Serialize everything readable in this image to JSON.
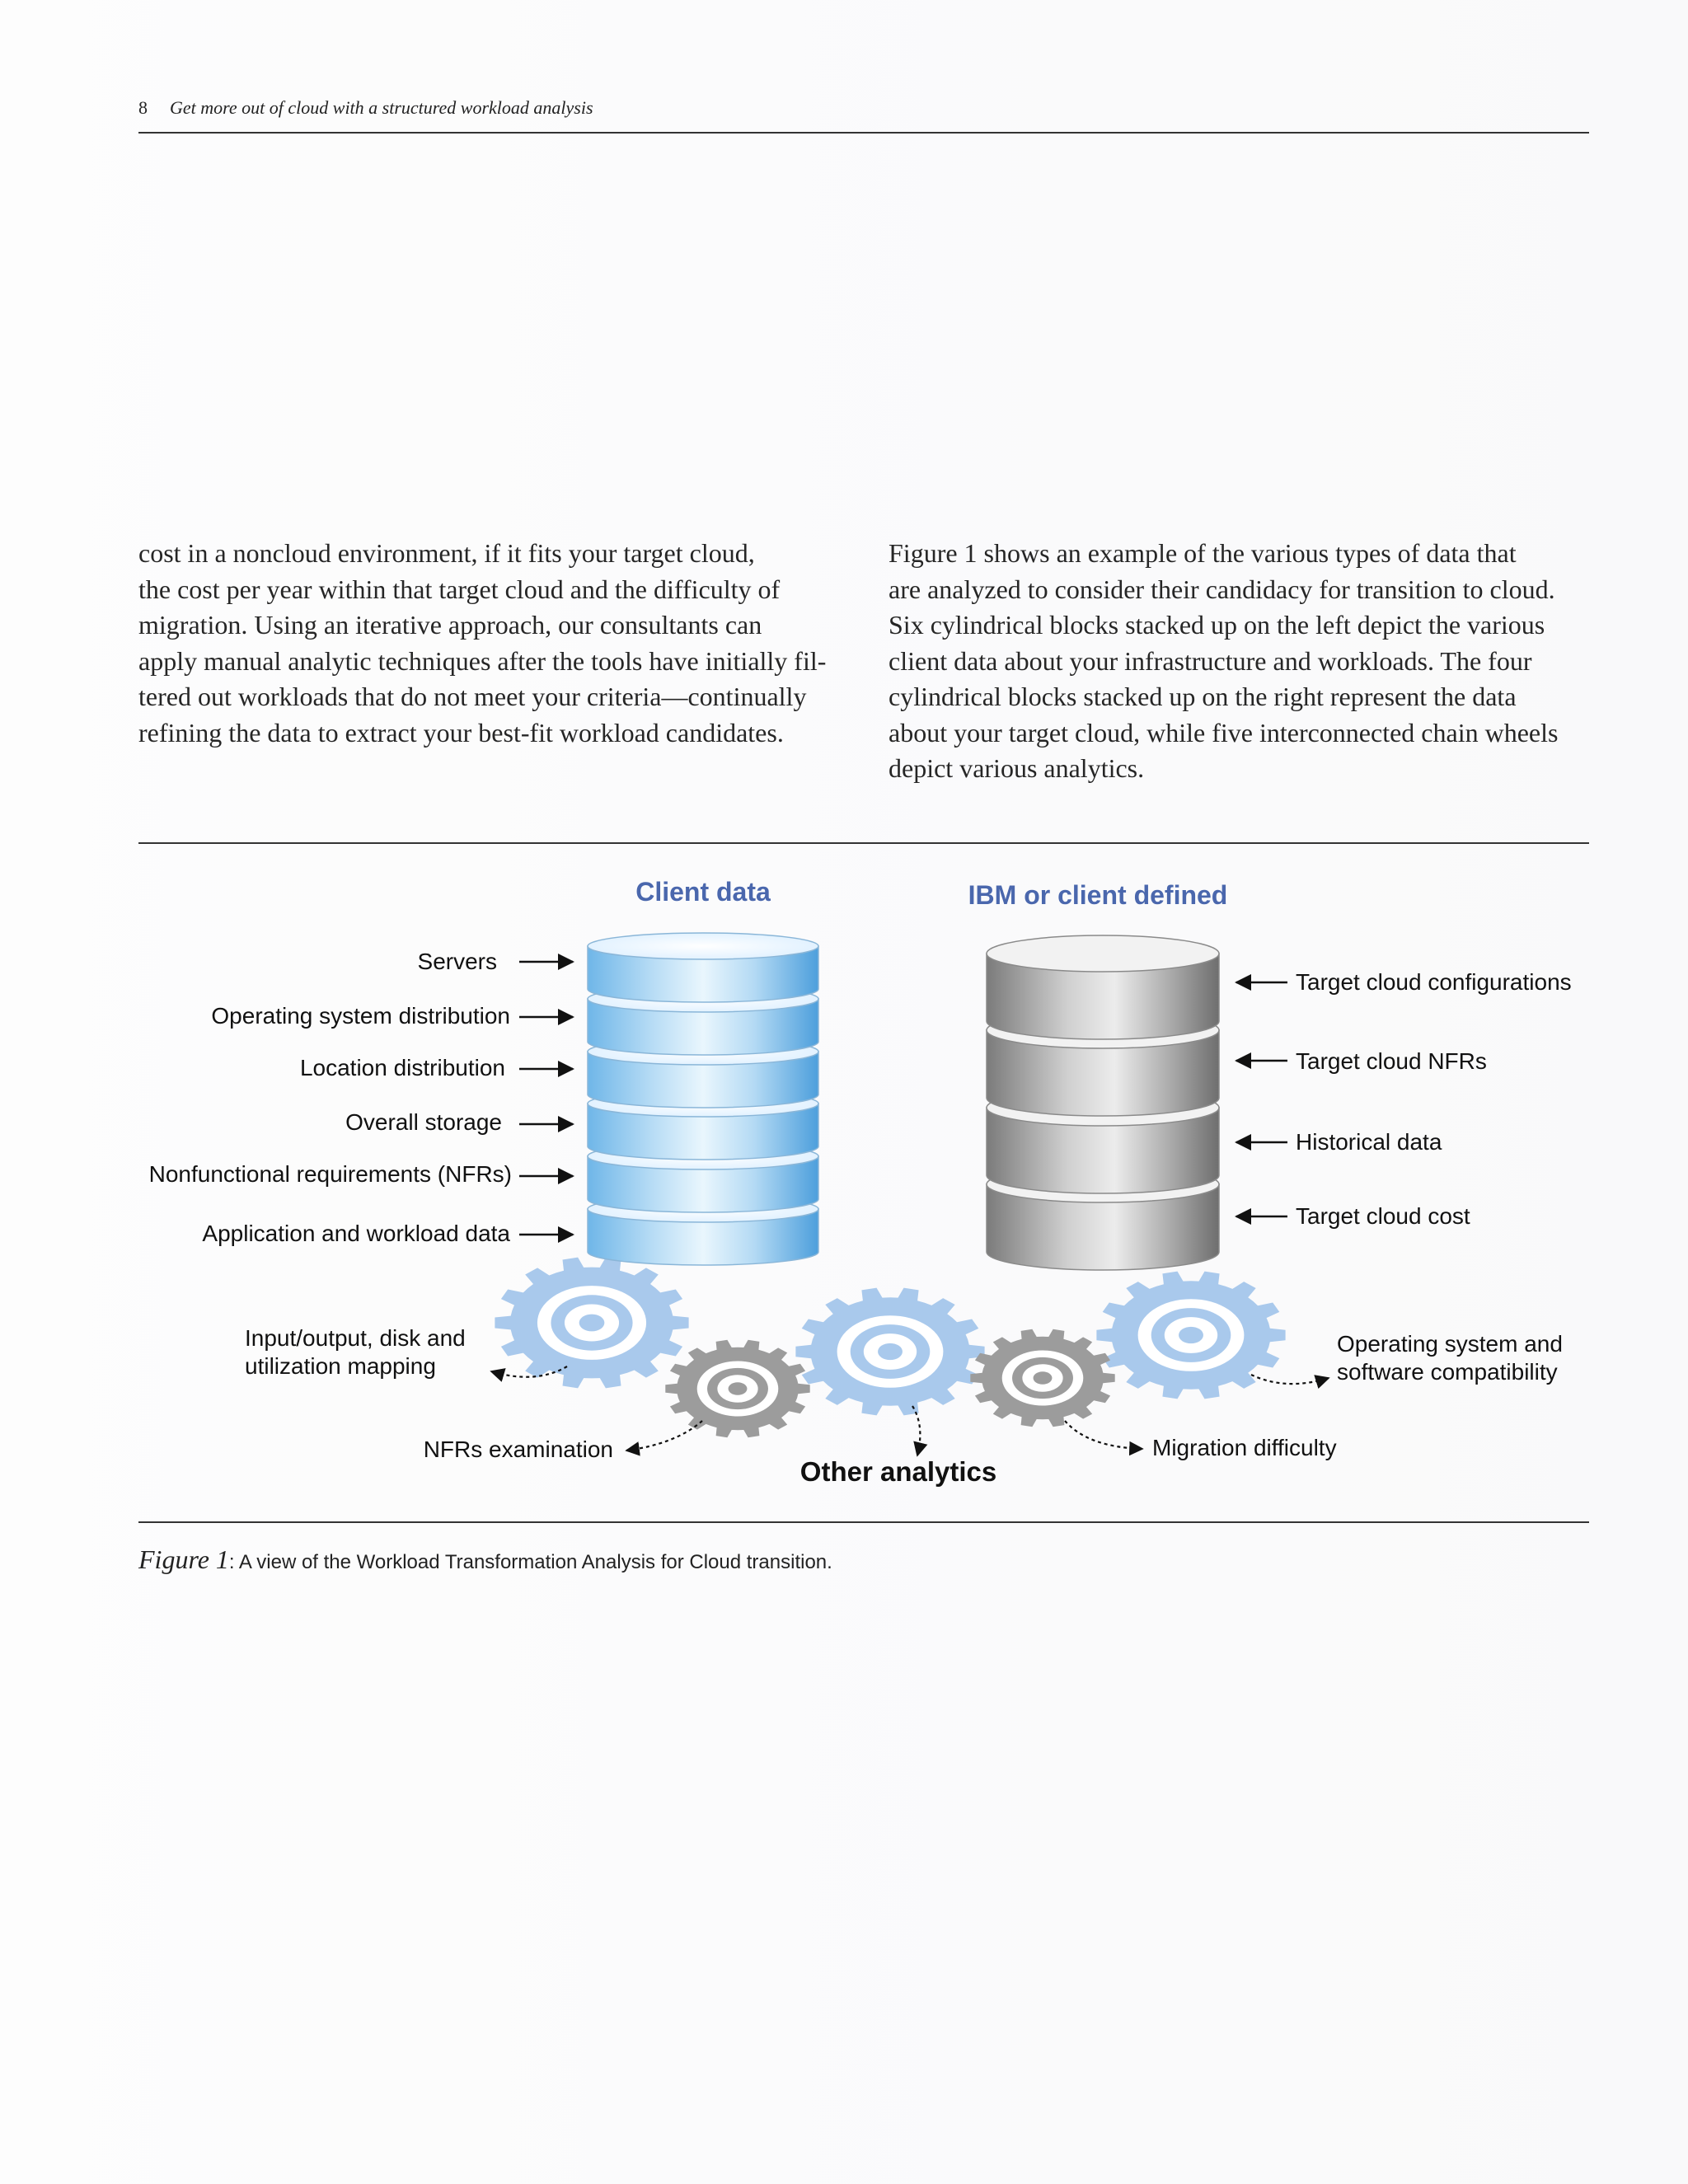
{
  "header": {
    "page_number": "8",
    "title": "Get more out of cloud with a structured workload analysis"
  },
  "left_column": [
    "cost in a noncloud environment, if it fits your target cloud,",
    "the cost per year within that target cloud and the difficulty of",
    "migration. Using an iterative approach, our consultants can",
    "apply manual analytic techniques after the tools have initially fil-",
    "tered out workloads that do not meet your criteria—continually",
    "refining the data to extract your best-fit workload candidates."
  ],
  "right_column": [
    "Figure 1 shows an example of the various types of data that",
    "are analyzed to consider their candidacy for transition to cloud.",
    "Six cylindrical blocks stacked up on the left depict the various",
    "client data about your infrastructure and workloads. The four",
    "cylindrical blocks stacked up on the right represent the data",
    "about your target cloud, while five interconnected chain wheels",
    "depict various analytics."
  ],
  "figure": {
    "client_heading": "Client data",
    "ibm_heading": "IBM or client defined",
    "client_labels": [
      "Servers",
      "Operating system distribution",
      "Location distribution",
      "Overall storage",
      "Nonfunctional requirements (NFRs)",
      "Application and workload data"
    ],
    "ibm_labels": [
      "Target cloud configurations",
      "Target cloud NFRs",
      "Historical data",
      "Target cloud cost"
    ],
    "analytics": {
      "io_line1": "Input/output, disk and",
      "io_line2": "utilization mapping",
      "os_line1": "Operating system and",
      "os_line2": "software compatibility",
      "nfrs": "NFRs examination",
      "migration": "Migration difficulty",
      "other": "Other analytics"
    },
    "colors": {
      "heading_blue": "#4a67ad",
      "cyl_blue": "#5aaae4",
      "gear_blue": "#a9c9ec",
      "gear_gray": "#9c9c9c"
    }
  },
  "caption": {
    "label": "Figure 1",
    "text": ": A view of the Workload Transformation Analysis for Cloud transition."
  }
}
